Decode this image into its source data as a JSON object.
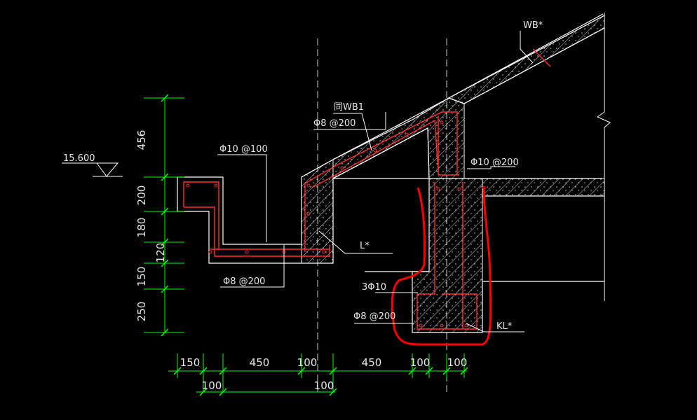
{
  "labels": {
    "elevation": "15.600",
    "wb_top": "WB*",
    "wb1": "同WB1",
    "rebar_slope": "Φ8 @200",
    "rebar_ledge": "Φ10 @100",
    "rebar_mid": "Φ10 @200",
    "beam_l": "L*",
    "rebar_bottom": "Φ8 @200",
    "bars_3": "3Φ10",
    "rebar_beam": "Φ8 @200",
    "kl": "KL*"
  },
  "dims_vertical": [
    "456",
    "200",
    "180",
    "120",
    "150",
    "250"
  ],
  "dims_horizontal_top": [
    "150",
    "450",
    "100",
    "450",
    "100",
    "100"
  ],
  "dims_horizontal_bottom": [
    "100",
    "100"
  ],
  "colors": {
    "background": "#000000",
    "outline": "#ffffff",
    "dimension": "#00ff00",
    "rebar": "#ff3030",
    "markup": "#ff0000",
    "hatch": "#d0d0d0"
  }
}
